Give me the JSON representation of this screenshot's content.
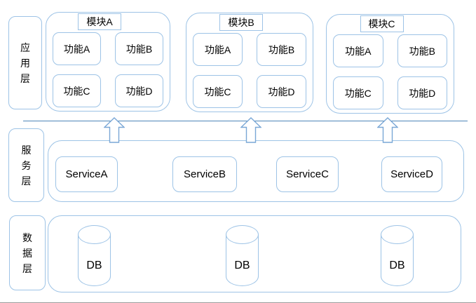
{
  "diagram": {
    "type": "layered-architecture",
    "colors": {
      "box_border": "#9dc3e6",
      "separator_line": "#4e86b8",
      "arrow_border": "#7aa7d6",
      "background": "#ffffff",
      "text": "#000000"
    },
    "layers": [
      {
        "id": "application",
        "label": "应用层"
      },
      {
        "id": "service",
        "label": "服务层"
      },
      {
        "id": "data",
        "label": "数据层"
      }
    ],
    "modules": [
      {
        "title": "模块A",
        "functions": [
          "功能A",
          "功能B",
          "功能C",
          "功能D"
        ]
      },
      {
        "title": "模块B",
        "functions": [
          "功能A",
          "功能B",
          "功能C",
          "功能D"
        ]
      },
      {
        "title": "模块C",
        "functions": [
          "功能A",
          "功能B",
          "功能C",
          "功能D"
        ]
      }
    ],
    "services": [
      "ServiceA",
      "ServiceB",
      "ServiceC",
      "ServiceD"
    ],
    "databases": [
      "DB",
      "DB",
      "DB"
    ],
    "arrows": {
      "count": 3,
      "direction": "up",
      "meaning": "service layer supports application layer"
    }
  }
}
